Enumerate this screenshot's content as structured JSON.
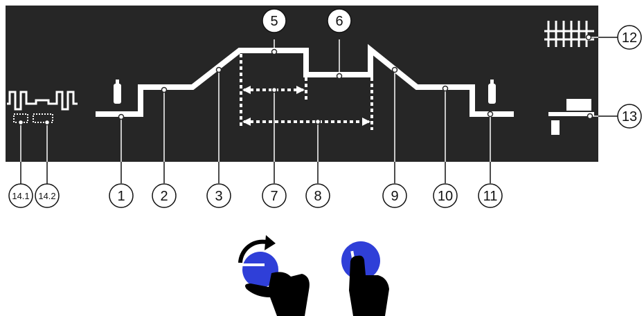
{
  "colors": {
    "panel": "#262626",
    "line": "#ffffff",
    "callout_border": "#111111",
    "knob": "#2f3fd8",
    "hand": "#000000"
  },
  "callouts": {
    "c1": "1",
    "c2": "2",
    "c3": "3",
    "c4": "5",
    "c5": "6",
    "c6": "7",
    "c7": "8",
    "c8": "9",
    "c9": "10",
    "c10": "11",
    "c11": "12",
    "c12": "13",
    "c13": "14.1",
    "c14": "14.2"
  },
  "icons": [
    "gas-bottle-icon",
    "pulse-waveform-icon",
    "spot-weld-icon",
    "rotate-knob-icon",
    "press-knob-icon"
  ]
}
